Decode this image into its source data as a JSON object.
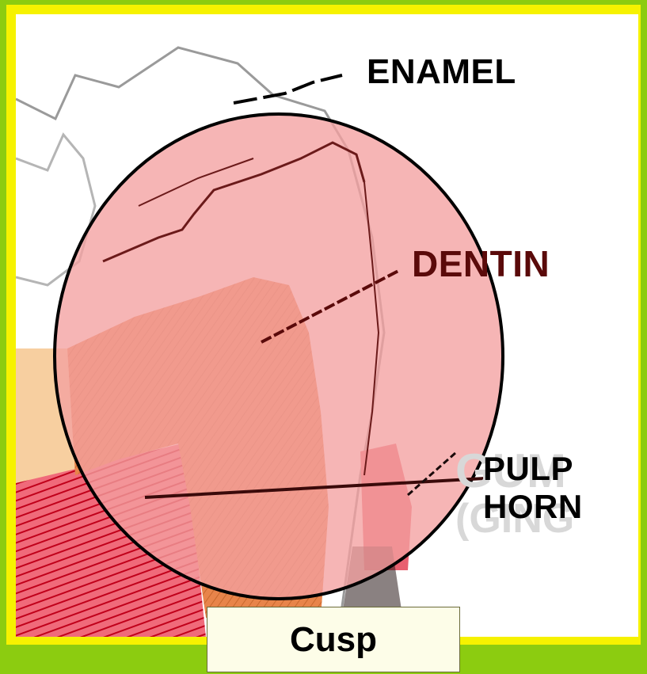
{
  "labels": {
    "enamel": "ENAMEL",
    "dentin": "DENTIN",
    "pulp_horn_line1": "PULP",
    "pulp_horn_line2": "HORN"
  },
  "caption": "Cusp",
  "colors": {
    "background_green": "#8ccc10",
    "border_yellow": "#f6f200",
    "highlight_circle": "#f4a0a0",
    "pulp_orange": "#e8844a",
    "gum_red": "#d4283a",
    "dentin_text": "#5a0a0a"
  }
}
